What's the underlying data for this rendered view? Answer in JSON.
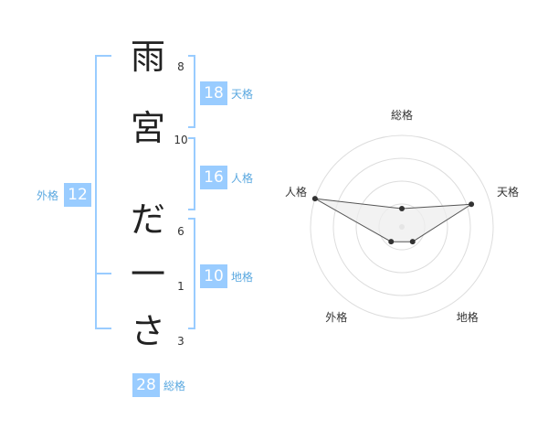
{
  "name_chars": [
    {
      "char": "雨",
      "strokes": "8"
    },
    {
      "char": "宮",
      "strokes": "10"
    },
    {
      "char": "だ",
      "strokes": "6"
    },
    {
      "char": "一",
      "strokes": "1"
    },
    {
      "char": "さ",
      "strokes": "3"
    }
  ],
  "fortunes": {
    "tenkaku": {
      "value": "18",
      "label": "天格"
    },
    "jinkaku": {
      "value": "16",
      "label": "人格"
    },
    "chikaku": {
      "value": "10",
      "label": "地格"
    },
    "gaikaku": {
      "value": "12",
      "label": "外格"
    },
    "soukaku": {
      "value": "28",
      "label": "総格"
    }
  },
  "colors": {
    "accent": "#99ccff",
    "accent_text": "#5aa8e0",
    "radar_fill": "#eeeeee",
    "radar_point": "#333333"
  },
  "chart_data": {
    "type": "radar",
    "axes": [
      "総格",
      "天格",
      "地格",
      "外格",
      "人格"
    ],
    "values": [
      1,
      4,
      1,
      1,
      5
    ],
    "rmax": 5,
    "rings": 4
  }
}
